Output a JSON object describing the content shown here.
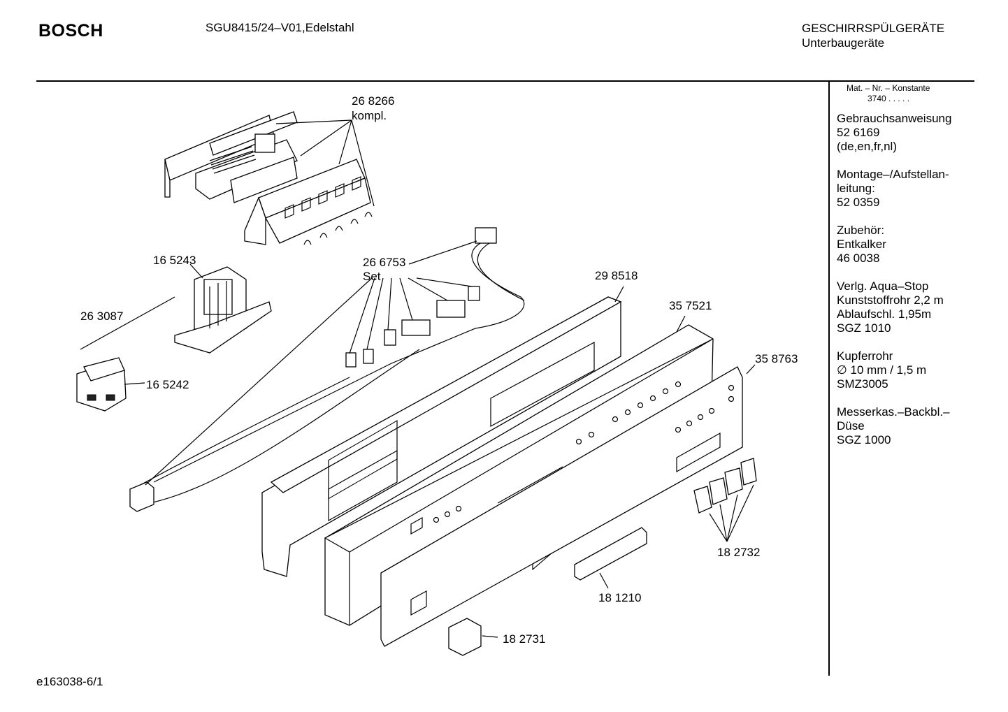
{
  "header": {
    "brand": "BOSCH",
    "model": "SGU8415/24–V01,Edelstahl",
    "category_line1": "GESCHIRRSPÜLGERÄTE",
    "category_line2": "Unterbaugeräte"
  },
  "sidebar": {
    "mat_header": "Mat. – Nr. – Konstante",
    "mat_value": "3740  .   .   .   .   .",
    "blocks": [
      {
        "lines": [
          "Gebrauchsanweisung",
          "52 6169",
          "(de,en,fr,nl)"
        ]
      },
      {
        "lines": [
          "Montage–/Aufstellan-",
          "leitung:",
          "52 0359"
        ]
      },
      {
        "lines": [
          "Zubehör:",
          "Entkalker",
          "46 0038"
        ]
      },
      {
        "lines": [
          "Verlg. Aqua–Stop",
          "Kunststoffrohr 2,2 m",
          "Ablaufschl. 1,95m",
          "SGZ 1010"
        ]
      },
      {
        "lines": [
          "Kupferrohr",
          "∅ 10 mm / 1,5 m",
          "SMZ3005"
        ]
      },
      {
        "lines": [
          "Messerkas.–Backbl.–",
          "Düse",
          "SGZ 1000"
        ]
      }
    ]
  },
  "parts": {
    "p268266": "26 8266",
    "p268266_sub": "kompl.",
    "p165243": "16 5243",
    "p263087": "26 3087",
    "p165242": "16 5242",
    "p266753": "26 6753",
    "p266753_sub": "Set",
    "p298518": "29 8518",
    "p357521": "35 7521",
    "p358763": "35 8763",
    "p182732": "18 2732",
    "p181210": "18 1210",
    "p182731": "18 2731"
  },
  "footer": {
    "code": "e163038-6/1"
  }
}
